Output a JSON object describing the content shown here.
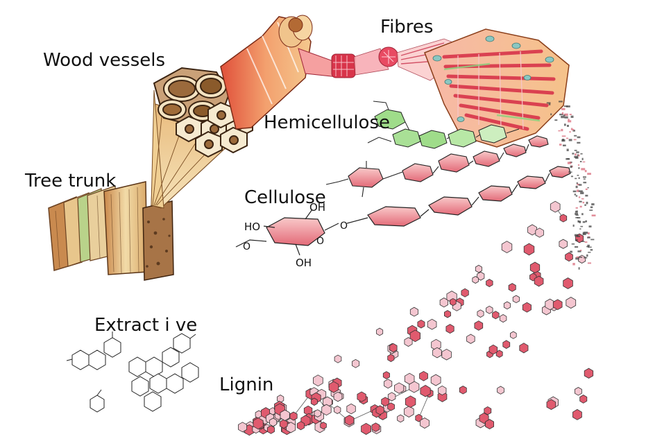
{
  "labels": {
    "fibres": "Fibres",
    "wood_vessels": "Wood vessels",
    "hemicellulose": "Hemicellulose",
    "tree_trunk": "Tree trunk",
    "cellulose": "Cellulose",
    "extractive": "Extract i ve",
    "lignin": "Lignin"
  },
  "cellulose_groups": {
    "oh_top": "OH",
    "ho_left": "HO",
    "oh_bottom": "OH",
    "ring_o": "O",
    "link_o": "O",
    "chain_o": "O"
  },
  "colors": {
    "wood_light": "#f3dcaa",
    "wood_dark": "#8a5a2b",
    "vessel_brown": "#9b6a3c",
    "fibre_red": "#d8344a",
    "fibre_pink": "#f08aa0",
    "fibre_orange": "#f4b57a",
    "hemicellulose_green": "#8fd07e",
    "cellulose_pink": "#f2a0a8",
    "lignin_ring": "#e05a6e",
    "lignin_ring_light": "#f4c6d0"
  }
}
